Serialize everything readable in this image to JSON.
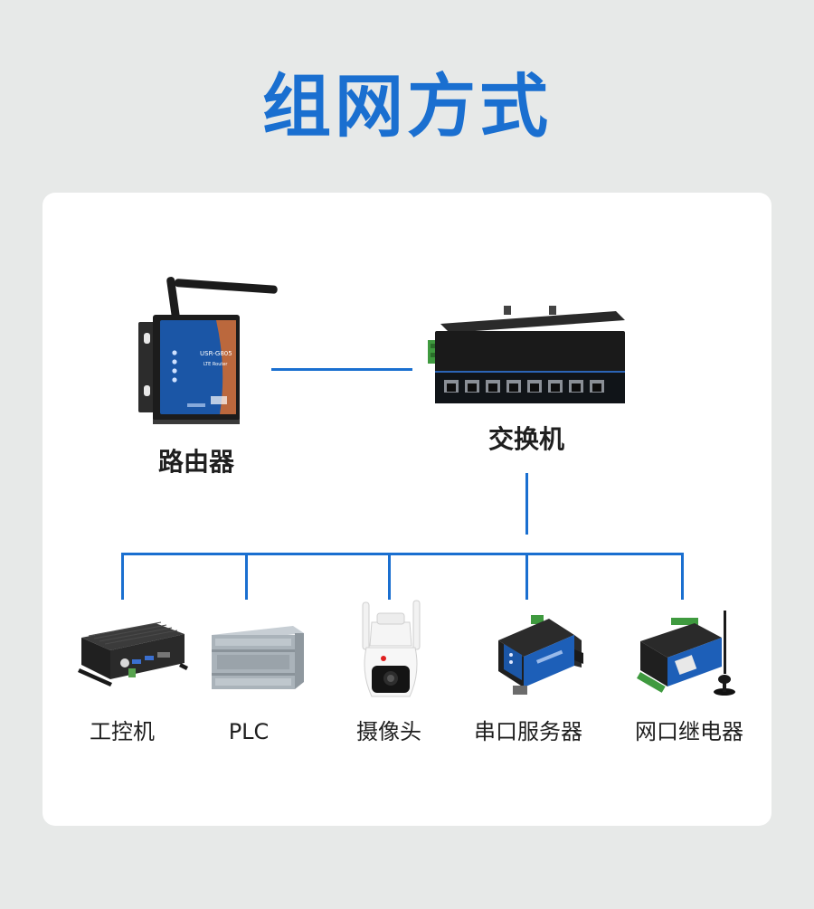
{
  "title": "组网方式",
  "colors": {
    "accent": "#1a6fd0",
    "background": "#e7e9e8",
    "card": "#ffffff"
  },
  "nodes": {
    "router": {
      "label": "路由器",
      "model": "USR-G805",
      "subtitle": "LTE Router"
    },
    "switch": {
      "label": "交换机"
    },
    "devices": [
      {
        "label": "工控机"
      },
      {
        "label": "PLC"
      },
      {
        "label": "摄像头"
      },
      {
        "label": "串口服务器"
      },
      {
        "label": "网口继电器"
      }
    ]
  }
}
